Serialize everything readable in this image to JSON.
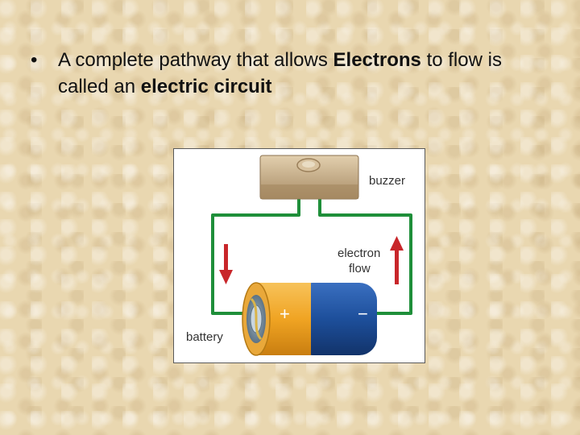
{
  "slide": {
    "bullet_symbol": "•",
    "text_part1": "A complete pathway that allows ",
    "text_bold1": "Electrons",
    "text_part2": " to flow is called an ",
    "text_bold2": "electric circuit"
  },
  "figure": {
    "buzzer_label": "buzzer",
    "electron_flow_line1": "electron",
    "electron_flow_line2": "flow",
    "battery_label": "battery",
    "plus_sign": "+",
    "minus_sign": "−",
    "colors": {
      "wire": "#1f8f3a",
      "arrow": "#c8262a",
      "battery_positive": "#f0a423",
      "battery_negative": "#1d4f9b",
      "buzzer": "#cdb493"
    }
  }
}
